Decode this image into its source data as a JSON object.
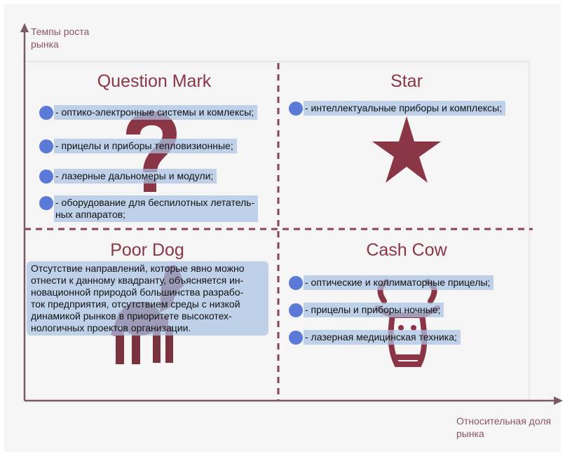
{
  "axes": {
    "y_label_line1": "Темпы роста",
    "y_label_line2": "рынка",
    "x_label_line1": "Относительная доля",
    "x_label_line2": "рынка"
  },
  "colors": {
    "accent": "#8a3646",
    "bullet": "#5b79d6",
    "highlight": "#aac4e4",
    "axis": "#7a5a63"
  },
  "quadrants": {
    "question_mark": {
      "title": "Question Mark",
      "icon": "question-mark-icon",
      "items": [
        "- оптико-электронные системы и комлексы;",
        "- прицелы и приборы тепловизионные;",
        "- лазерные дальномеры и модули;",
        "- оборудование для беспилотных летатель-",
        "ных аппаратов;"
      ]
    },
    "star": {
      "title": "Star",
      "icon": "star-icon",
      "items": [
        "- интеллектуальные приборы и комплексы;"
      ]
    },
    "poor_dog": {
      "title": "Poor Dog",
      "icon": "dog-icon",
      "note": [
        "Отсутствие направлений, которые явно можно",
        "отнести к данному квадранту, объясняется ин-",
        "новационной природой большинства разрабо-",
        "ток предприятия, отсутствием среды с низкой",
        "динамикой рынков в приоритете высокотех-",
        "нологичных проектов организации."
      ]
    },
    "cash_cow": {
      "title": "Cash Cow",
      "icon": "cow-icon",
      "items": [
        "- оптические и коллиматорные прицелы;",
        "- прицелы и приборы ночные;",
        "- лазерная медицинская техника;"
      ]
    }
  }
}
